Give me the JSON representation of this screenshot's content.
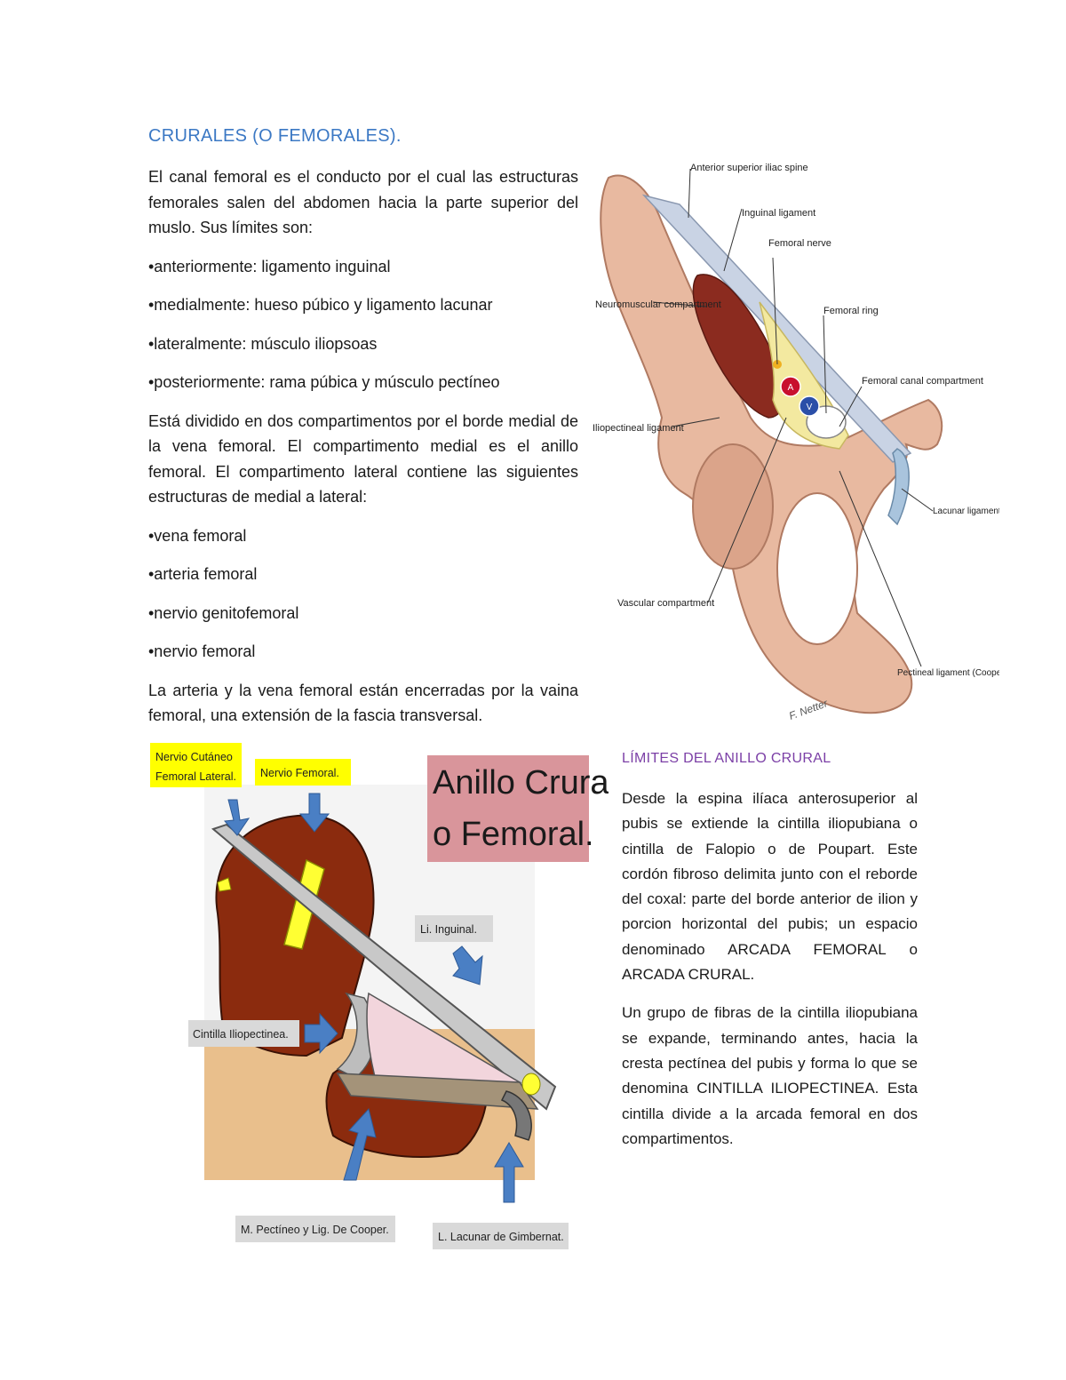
{
  "heading": "CRURALES (O FEMORALES).",
  "left_paragraphs": {
    "intro": "El canal femoral es el conducto por el cual las estructuras femorales salen del abdomen hacia la parte superior del muslo. Sus límites son:",
    "limits": [
      "•anteriormente: ligamento inguinal",
      "•medialmente: hueso púbico y ligamento lacunar",
      "•lateralmente: músculo iliopsoas",
      "•posteriormente: rama púbica y músculo pectíneo"
    ],
    "division": "Está dividido en dos compartimentos por el borde medial de la vena femoral. El compartimento medial es el anillo femoral. El compartimento lateral contiene las siguientes estructuras de medial a lateral:",
    "structures": [
      "•vena femoral",
      "•arteria femoral",
      "•nervio genitofemoral",
      "•nervio femoral"
    ],
    "closing": "La arteria y la vena femoral están encerradas por la vaina femoral, una extensión de la fascia transversal."
  },
  "figure1": {
    "labels": {
      "asis": "Anterior superior iliac spine",
      "inguinal": "Inguinal ligament",
      "femoral_nerve": "Femoral nerve",
      "neuromuscular": "Neuromuscular compartment",
      "femoral_ring": "Femoral ring",
      "canal_compartment": "Femoral canal compartment",
      "iliopectineal": "Iliopectineal ligament",
      "lacunar": "Lacunar ligament (Gimbernat's)",
      "vascular": "Vascular compartment",
      "pectineal": "Pectineal ligament (Cooper's)",
      "artery_mark": "A",
      "vein_mark": "V",
      "signature": "F. Netter"
    }
  },
  "figure2": {
    "title_line1": "Anillo Crural",
    "title_line2": "o Femoral.",
    "labels": {
      "cutaneo_1": "Nervio Cutáneo",
      "cutaneo_2": "Femoral Lateral.",
      "nervio_femoral": "Nervio Femoral.",
      "inguinal": "Li. Inguinal.",
      "iliopectinea": "Cintilla Iliopectinea.",
      "pectineo": "M. Pectíneo y Lig. De Cooper.",
      "lacunar": "L. Lacunar de Gimbernat."
    }
  },
  "right_heading": "LÍMITES DEL ANILLO  CRURAL",
  "right_paragraphs": {
    "p1": "Desde la espina ilíaca anterosuperior al pubis se extiende la cintilla iliopubiana o cintilla de Falopio o de Poupart. Este cordón fibroso delimita junto con el reborde del coxal: parte del borde anterior de ilion y porcion horizontal del pubis; un espacio denominado ARCADA FEMORAL o ARCADA CRURAL.",
    "p2": "Un grupo de fibras de la cintilla iliopubiana se expande, terminando antes, hacia la cresta pectínea del pubis y forma lo que se denomina CINTILLA ILIOPECTINEA. Esta cintilla divide a la arcada femoral en dos compartimentos."
  },
  "colors": {
    "heading_blue": "#3b78c4",
    "heading_purple": "#7b3fa6",
    "bone": "#e8b9a0",
    "muscle_red": "#8b2b1f",
    "title_box": "#d9959b",
    "callout_yellow": "#ffff00",
    "arrow_blue": "#4a7fc4"
  }
}
